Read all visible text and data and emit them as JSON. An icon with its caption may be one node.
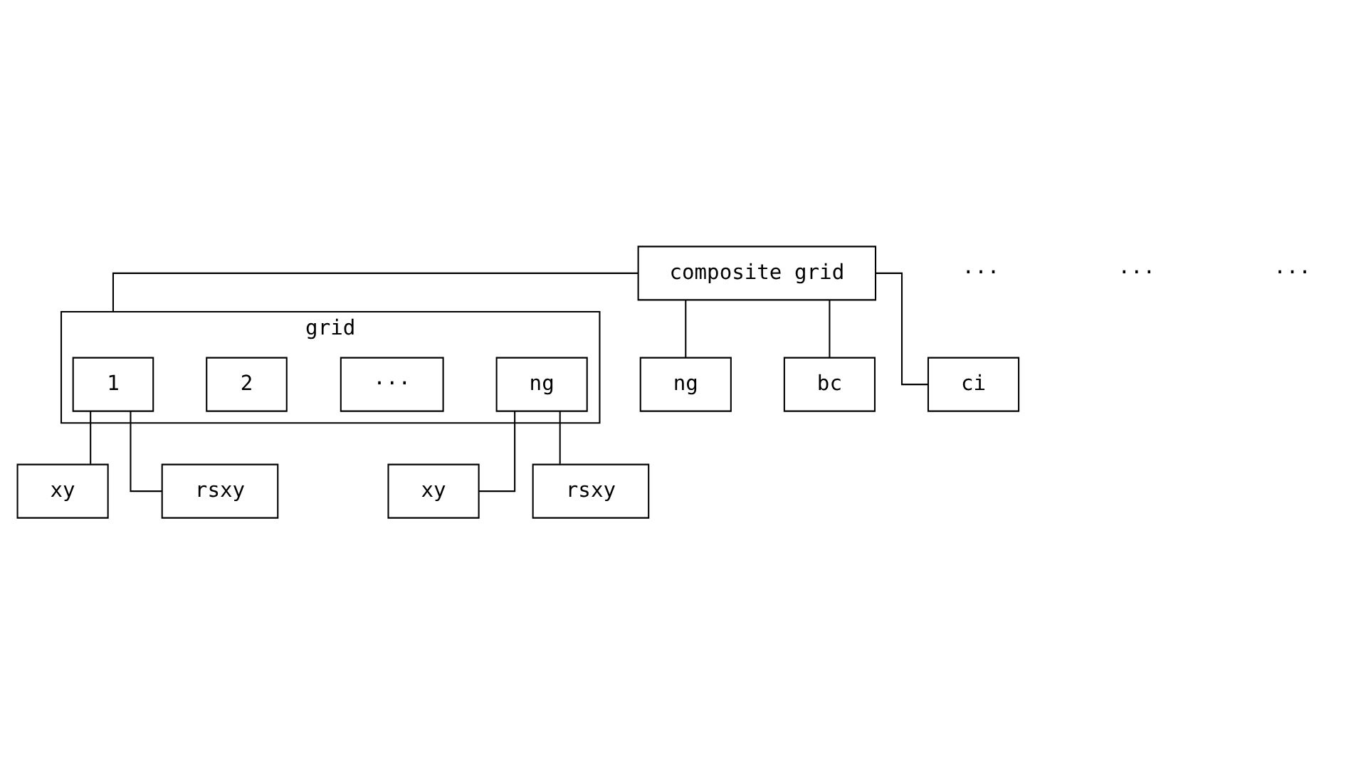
{
  "diagram": {
    "nodes": [
      {
        "text": [
          "composite grid"
        ]
      },
      {
        "text": [
          "grid"
        ]
      },
      {
        "text": [
          "1"
        ],
        "in": 1
      },
      {
        "text": [
          "2"
        ],
        "in": 1
      },
      {
        "text": [
          "···"
        ],
        "in": 1
      },
      {
        "text": [
          "ng"
        ],
        "in": 1
      },
      {
        "text": [
          "ng"
        ]
      },
      {
        "text": [
          "bc"
        ]
      },
      {
        "text": [
          "ci"
        ]
      },
      {
        "text": [
          "xy"
        ]
      },
      {
        "text": [
          "rsxy"
        ]
      },
      {
        "text": [
          "xy"
        ]
      },
      {
        "text": [
          "rsxy"
        ]
      }
    ],
    "edges": [
      {
        "from": 0,
        "to": 1,
        "arrow": "none"
      },
      {
        "from": 0,
        "to": 6,
        "arrow": "none"
      },
      {
        "from": 0,
        "to": 7,
        "arrow": "none"
      },
      {
        "from": 0,
        "to": 8,
        "arrow": "none"
      },
      {
        "from": 5,
        "to": 9,
        "arrow": "none"
      },
      {
        "from": 5,
        "to": 10,
        "arrow": "none"
      },
      {
        "from": 2,
        "to": 11,
        "arrow": "none"
      },
      {
        "from": 2,
        "to": 12,
        "arrow": "none"
      }
    ],
    "labels": [
      "···",
      "···",
      "···"
    ]
  }
}
